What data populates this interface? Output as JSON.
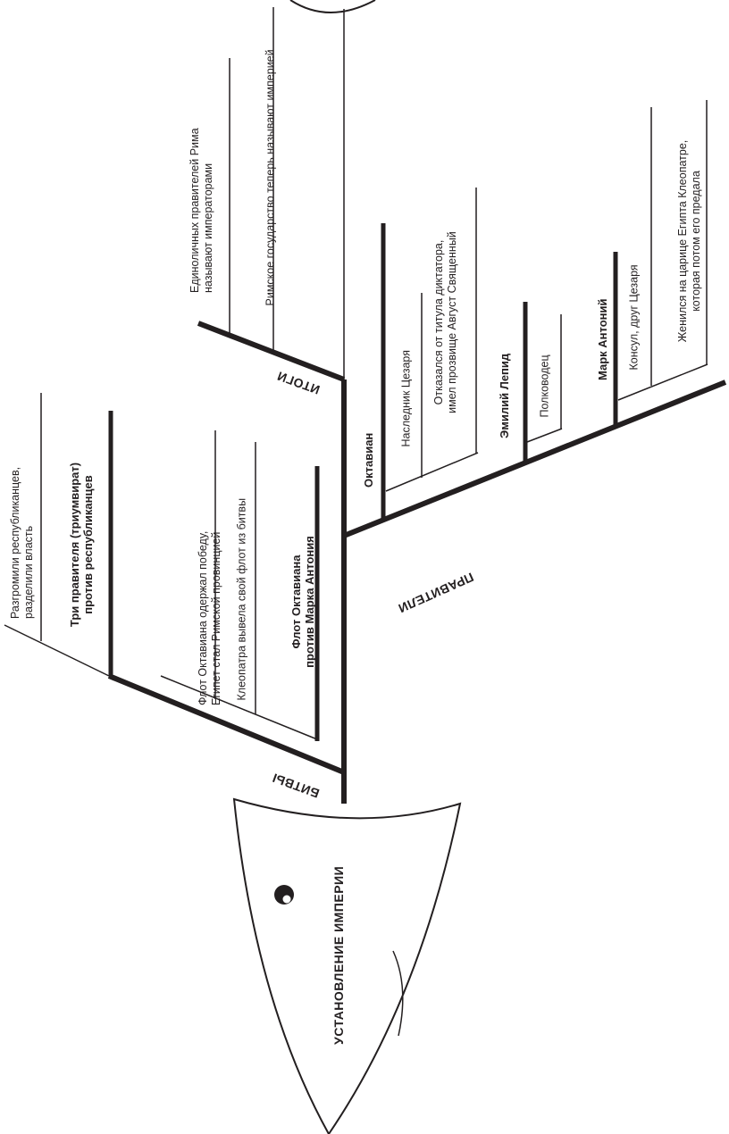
{
  "head": {
    "title": "УСТАНОВЛЕНИЕ ИМПЕРИИ"
  },
  "categories": {
    "battles": "БИТВЫ",
    "rulers": "ПРАВИТЕЛИ",
    "results": "ИТОГИ"
  },
  "battles": {
    "triumvirate": {
      "title_line1": "Три правителя (триумвират)",
      "title_line2": "против республиканцев",
      "fact_line1": "Разгромили республиканцев,",
      "fact_line2": "разделили власть"
    },
    "fleet": {
      "title_line1": "Флот Октавиана",
      "title_line2": "против Марка Антония",
      "fact1_line1": "Флот Октавиана одержал победу,",
      "fact1_line2": "Египет стал Римской провинцией",
      "fact2": "Клеопатра вывела свой флот из битвы"
    }
  },
  "rulers": {
    "octavian": {
      "name": "Октавиан",
      "fact1": "Наследник Цезаря",
      "fact2_line1": "Отказался от титула диктатора,",
      "fact2_line2": "имел прозвище Август Священный"
    },
    "lepidus": {
      "name": "Эмилий Лепид",
      "fact1": "Полководец"
    },
    "antony": {
      "name": "Марк Антоний",
      "fact1": "Консул, друг Цезаря",
      "fact2_line1": "Женился на царице Египта Клеопатре,",
      "fact2_line2": "которая потом его предала"
    }
  },
  "results": {
    "fact1_line1": "Единоличных правителей Рима",
    "fact1_line2": "называют императорами",
    "fact2": "Римское государство теперь называют империей"
  }
}
